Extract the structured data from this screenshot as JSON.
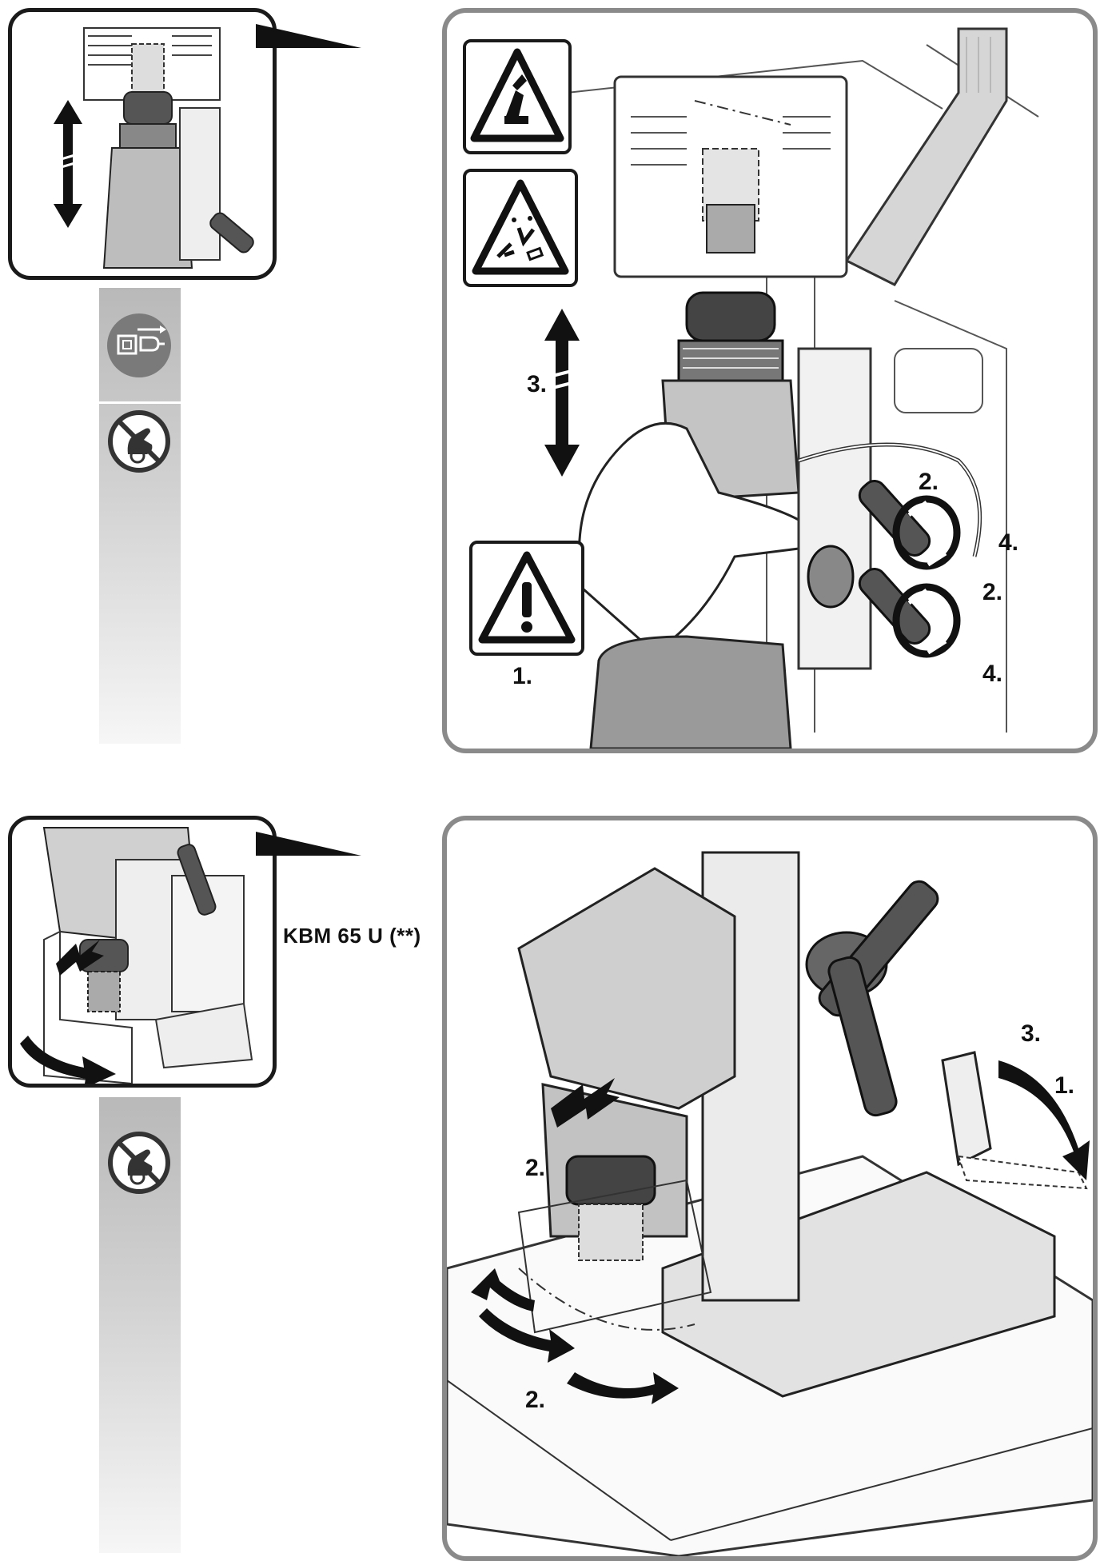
{
  "top": {
    "steps": {
      "s1": "1.",
      "s2a": "2.",
      "s2b": "2.",
      "s3": "3.",
      "s4a": "4.",
      "s4b": "4."
    },
    "sidebar_icons": [
      "unplug-icon",
      "no-gloves-icon"
    ],
    "warning_signs": [
      "hand-crush-warning-icon",
      "flying-debris-warning-icon",
      "general-warning-icon"
    ]
  },
  "bottom": {
    "model_label": "KBM 65 U (**)",
    "steps": {
      "s1": "1.",
      "s2a": "2.",
      "s2b": "2.",
      "s3": "3."
    },
    "sidebar_icons": [
      "no-gloves-icon"
    ]
  },
  "colors": {
    "frame_dark": "#1a1a1a",
    "frame_gray": "#8a8a8a",
    "sidebar_top": "#b9b9b9",
    "icon_disc": "#7a7a7a"
  }
}
